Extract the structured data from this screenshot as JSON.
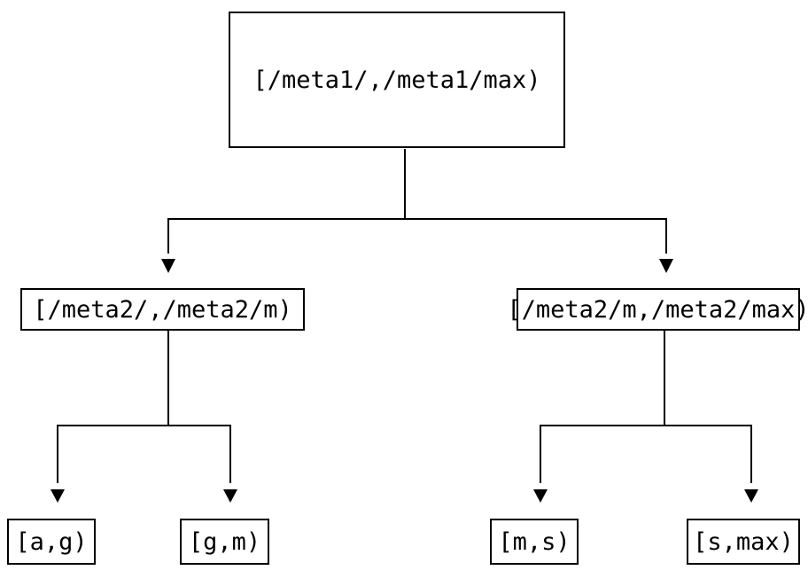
{
  "diagram": {
    "type": "tree",
    "colors": {
      "background": "#ffffff",
      "line": "#000000",
      "text": "#000000"
    },
    "nodes": {
      "root": {
        "label": "[/meta1/,/meta1/max)"
      },
      "meta2_left": {
        "label": "[/meta2/,/meta2/m)"
      },
      "meta2_right": {
        "label": "[/meta2/m,/meta2/max)"
      },
      "leaf_ag": {
        "label": "[a,g)"
      },
      "leaf_gm": {
        "label": "[g,m)"
      },
      "leaf_ms": {
        "label": "[m,s)"
      },
      "leaf_smax": {
        "label": "[s,max)"
      }
    },
    "edges": [
      {
        "from": "root",
        "to": "meta2_left"
      },
      {
        "from": "root",
        "to": "meta2_right"
      },
      {
        "from": "meta2_left",
        "to": "leaf_ag"
      },
      {
        "from": "meta2_left",
        "to": "leaf_gm"
      },
      {
        "from": "meta2_right",
        "to": "leaf_ms"
      },
      {
        "from": "meta2_right",
        "to": "leaf_smax"
      }
    ]
  }
}
